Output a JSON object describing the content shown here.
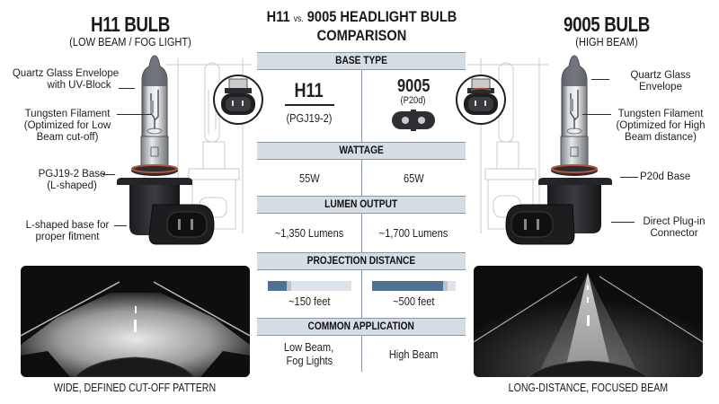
{
  "title": {
    "part1": "H11",
    "vs": "vs.",
    "part2": "9005 HEADLIGHT BULB",
    "line2": "COMPARISON"
  },
  "left_bulb": {
    "title": "H11 BULB",
    "subtitle": "(LOW BEAM / FOG LIGHT)",
    "labels": [
      {
        "line1": "Quartz Glass Envelope",
        "line2": "with UV-Block"
      },
      {
        "line1": "Tungsten Filament",
        "line2": "(Optimized for Low",
        "line3": "Beam cut-off)"
      },
      {
        "line1": "PGJ19-2 Base",
        "line2": "(L-shaped)"
      },
      {
        "line1": "L-shaped base for",
        "line2": "proper fitment"
      }
    ],
    "beam_caption": "WIDE, DEFINED CUT-OFF PATTERN"
  },
  "right_bulb": {
    "title": "9005 BULB",
    "subtitle": "(HIGH BEAM)",
    "labels": [
      {
        "line1": "Quartz Glass",
        "line2": "Envelope"
      },
      {
        "line1": "Tungsten Filament",
        "line2": "(Optimized for High",
        "line3": "Beam distance)"
      },
      {
        "line1": "P20d Base"
      },
      {
        "line1": "Direct Plug-in",
        "line2": "Connector"
      }
    ],
    "beam_caption": "LONG-DISTANCE, FOCUSED BEAM"
  },
  "table": {
    "base_type": {
      "header": "BASE TYPE",
      "h11_name": "H11",
      "h11_code": "(PGJ19-2)",
      "b9005_name": "9005",
      "b9005_code": "(P20d)"
    },
    "wattage": {
      "header": "WATTAGE",
      "h11": "55W",
      "b9005": "65W"
    },
    "lumen": {
      "header": "LUMEN OUTPUT",
      "h11": "~1,350 Lumens",
      "b9005": "~1,700 Lumens"
    },
    "projection": {
      "header": "PROJECTION DISTANCE",
      "h11": "~150 feet",
      "h11_pct": 30,
      "b9005": "~500 feet",
      "b9005_pct": 85
    },
    "application": {
      "header": "COMMON APPLICATION",
      "h11_line1": "Low Beam,",
      "h11_line2": "Fog Lights",
      "b9005": "High Beam"
    }
  },
  "colors": {
    "header_bg": "#d5dde5",
    "header_border": "#8a96a3",
    "bar_fill": "#4e7196",
    "bar_track": "#dde3e9",
    "base_orange_ring": "#b0553a"
  }
}
